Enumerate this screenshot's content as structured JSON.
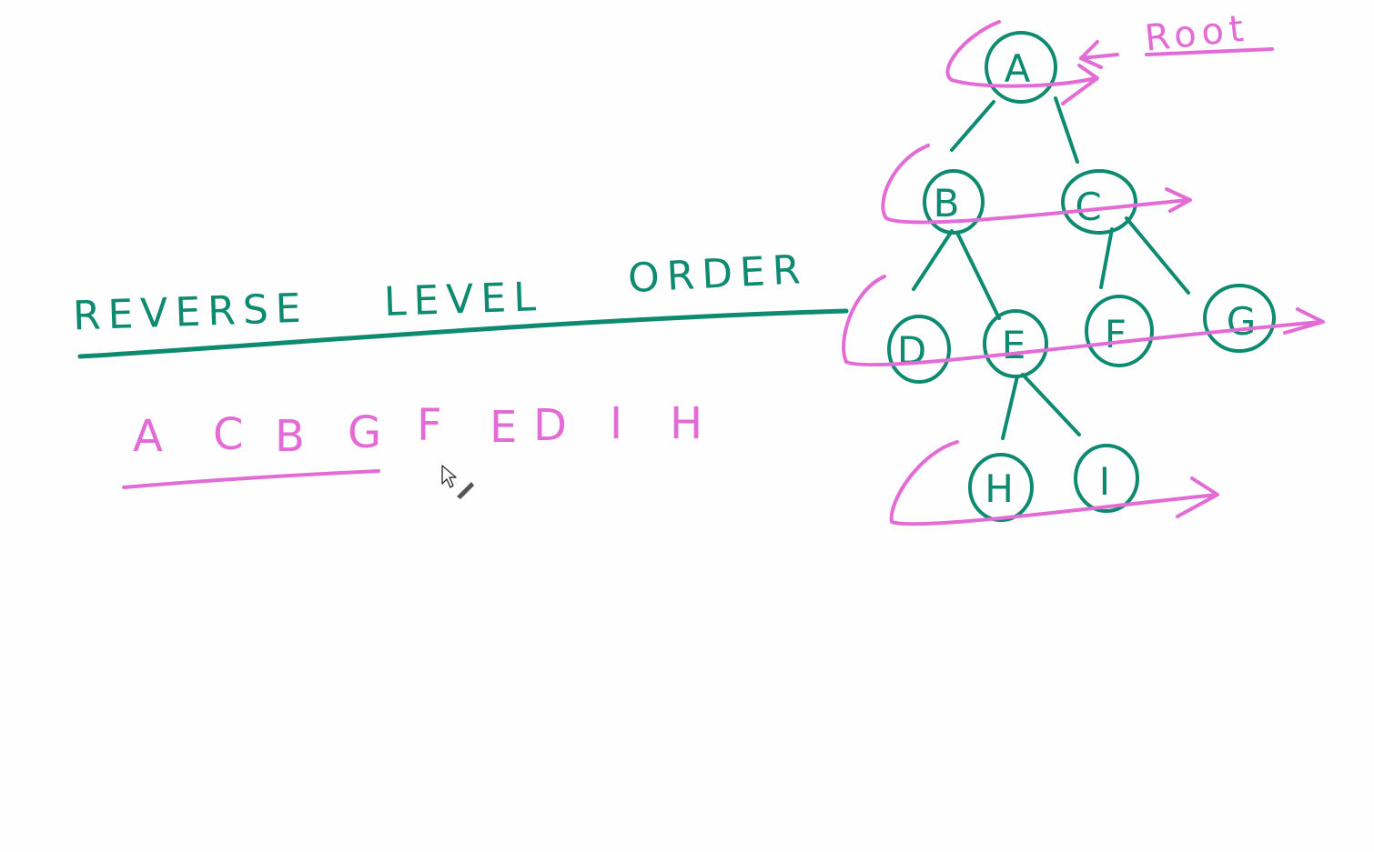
{
  "title": {
    "words": [
      "REVERSE",
      "LEVEL",
      "ORDER"
    ]
  },
  "result_sequence": [
    "A",
    "C",
    "B",
    "G",
    "F",
    "E",
    "D",
    "I",
    "H"
  ],
  "root_label": "Root",
  "tree": {
    "nodes": [
      "A",
      "B",
      "C",
      "D",
      "E",
      "F",
      "G",
      "H",
      "I"
    ],
    "edges": [
      [
        "A",
        "B"
      ],
      [
        "A",
        "C"
      ],
      [
        "B",
        "D"
      ],
      [
        "B",
        "E"
      ],
      [
        "C",
        "F"
      ],
      [
        "C",
        "G"
      ],
      [
        "E",
        "H"
      ],
      [
        "E",
        "I"
      ]
    ],
    "levels": [
      [
        "A"
      ],
      [
        "B",
        "C"
      ],
      [
        "D",
        "E",
        "F",
        "G"
      ],
      [
        "H",
        "I"
      ]
    ]
  },
  "colors": {
    "tree_ink": "#0e8a70",
    "annotation_ink": "#e26bd6",
    "background": "#fdfefd"
  }
}
